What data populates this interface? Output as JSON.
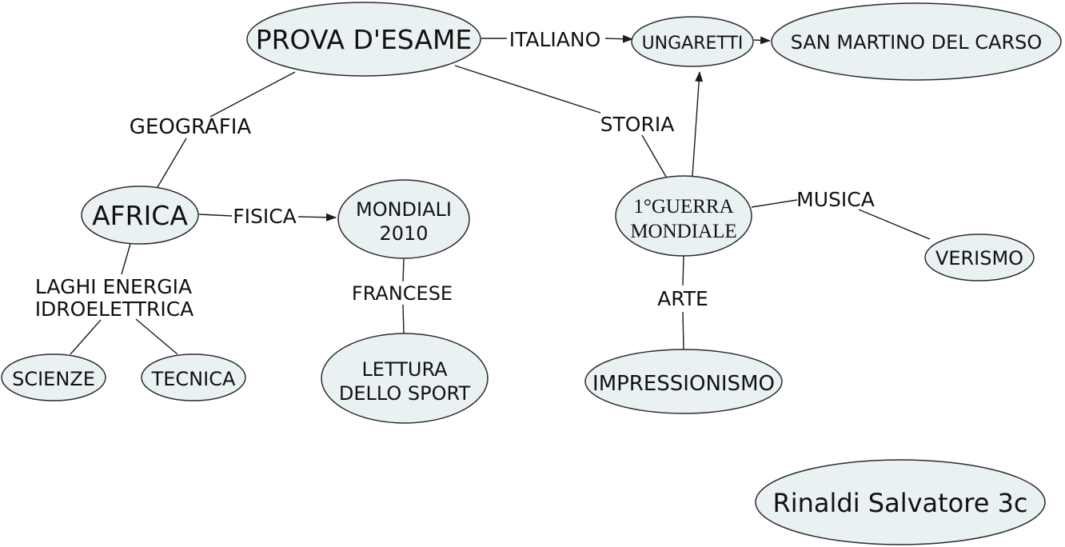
{
  "colors": {
    "background": "#ffffff",
    "node_fill": "#eaf1f2",
    "node_stroke": "#2b2b2b",
    "edge_line": "#1c1c1c",
    "text": "#111111"
  },
  "nodes": {
    "prova_desame": {
      "label": "PROVA D'ESAME"
    },
    "ungaretti": {
      "label": "UNGARETTI"
    },
    "san_martino_del_carso": {
      "label": "SAN MARTINO DEL CARSO"
    },
    "africa": {
      "label": "AFRICA"
    },
    "mondiali_2010": {
      "line1": "MONDIALI",
      "line2": "2010"
    },
    "prima_guerra_mondiale": {
      "line1": "1°GUERRA",
      "line2": "MONDIALE"
    },
    "verismo": {
      "label": "VERISMO"
    },
    "scienze": {
      "label": "SCIENZE"
    },
    "tecnica": {
      "label": "TECNICA"
    },
    "lettura_dello_sport": {
      "line1": "LETTURA",
      "line2": "DELLO SPORT"
    },
    "impressionismo": {
      "label": "IMPRESSIONISMO"
    },
    "author": {
      "label": "Rinaldi Salvatore 3c"
    }
  },
  "edge_labels": {
    "italiano": "ITALIANO",
    "geografia": "GEOGRAFIA",
    "storia": "STORIA",
    "fisica": "FISICA",
    "laghi_line1": "LAGHI ENERGIA",
    "laghi_line2": "IDROELETTRICA",
    "francese": "FRANCESE",
    "musica": "MUSICA",
    "arte": "ARTE"
  },
  "connections": [
    {
      "from": "PROVA D'ESAME",
      "label": "ITALIANO",
      "to": "UNGARETTI",
      "arrow": true
    },
    {
      "from": "UNGARETTI",
      "label": "",
      "to": "SAN MARTINO DEL CARSO",
      "arrow": true
    },
    {
      "from": "PROVA D'ESAME",
      "label": "GEOGRAFIA",
      "to": "AFRICA",
      "arrow": false
    },
    {
      "from": "PROVA D'ESAME",
      "label": "STORIA",
      "to": "1°GUERRA MONDIALE",
      "arrow": false
    },
    {
      "from": "AFRICA",
      "label": "FISICA",
      "to": "MONDIALI 2010",
      "arrow": true
    },
    {
      "from": "AFRICA",
      "label": "LAGHI ENERGIA IDROELETTRICA",
      "to": "SCIENZE",
      "arrow": false
    },
    {
      "from": "AFRICA",
      "label": "LAGHI ENERGIA IDROELETTRICA",
      "to": "TECNICA",
      "arrow": false
    },
    {
      "from": "MONDIALI 2010",
      "label": "FRANCESE",
      "to": "LETTURA DELLO SPORT",
      "arrow": false
    },
    {
      "from": "1°GUERRA MONDIALE",
      "label": "",
      "to": "UNGARETTI",
      "arrow": true
    },
    {
      "from": "1°GUERRA MONDIALE",
      "label": "MUSICA",
      "to": "VERISMO",
      "arrow": false
    },
    {
      "from": "1°GUERRA MONDIALE",
      "label": "ARTE",
      "to": "IMPRESSIONISMO",
      "arrow": false
    }
  ]
}
